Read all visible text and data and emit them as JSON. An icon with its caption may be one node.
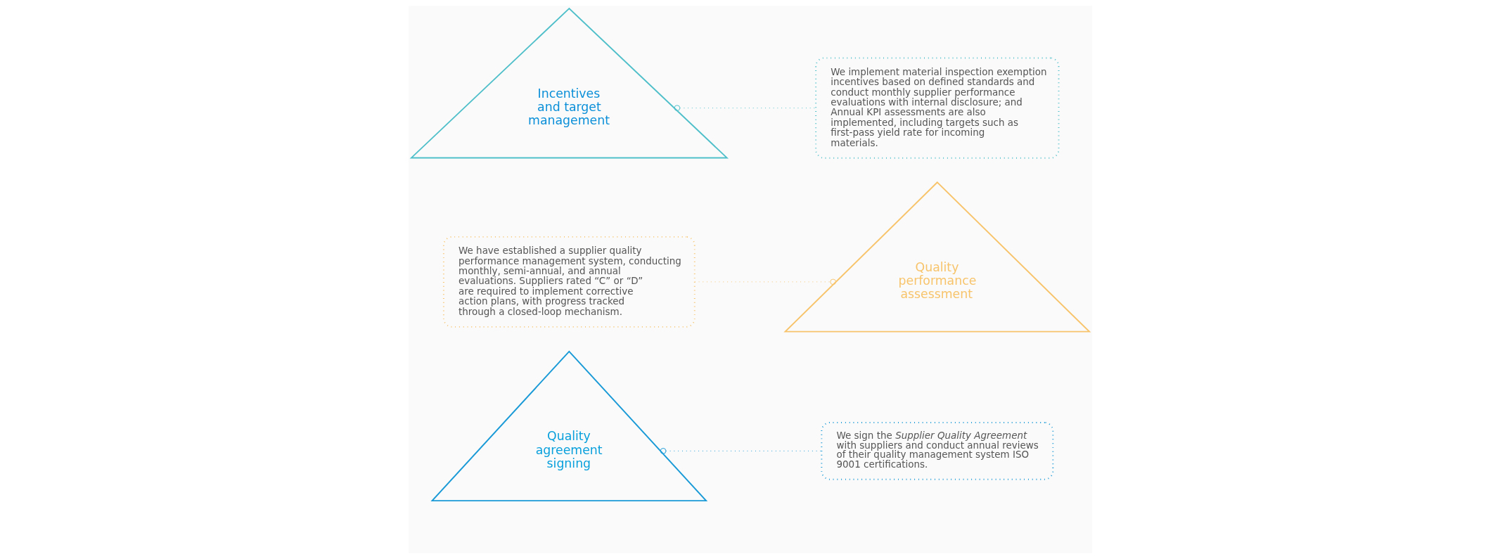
{
  "diagram": {
    "nodes": [
      {
        "text": [
          "Quality agreement signing"
        ]
      },
      {
        "text": [
          "Quality performance assessment"
        ]
      },
      {
        "text": [
          "Incentives and target management"
        ]
      },
      {
        "text": [
          "We sign the *Supplier Quality Agreement* with suppliers and conduct annual reviews of their quality management system ISO 9001 certifications."
        ]
      },
      {
        "text": [
          "We have established a supplier quality performance management system, conducting monthly, semi-annual, and annual evaluations. Suppliers rated “C” or “D” are required to implement corrective action plans, with progress tracked through a closed-loop mechanism."
        ]
      },
      {
        "text": [
          "We implement material inspection exemption incentives based on defined standards and conduct monthly supplier performance evaluations with internal disclosure; and",
          "Annual KPI assessments are also implemented, including targets such as first-pass yield rate for incoming materials."
        ]
      }
    ],
    "edges": [
      {
        "from": 0,
        "to": 3,
        "arrow": "other",
        "style": "dashed",
        "color": "#1a9ad6"
      },
      {
        "from": 1,
        "to": 4,
        "arrow": "other",
        "style": "dashed",
        "color": "#f7c46c"
      },
      {
        "from": 2,
        "to": 5,
        "arrow": "other",
        "style": "dashed",
        "color": "#4fbfc9"
      }
    ]
  }
}
